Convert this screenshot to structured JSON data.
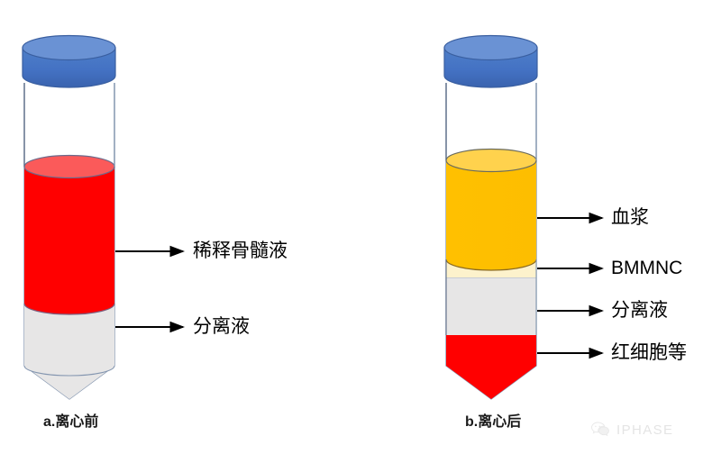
{
  "diagram": {
    "title_alt": "Bone marrow mononuclear cell separation by density gradient centrifugation",
    "panels": [
      {
        "id": "before",
        "caption": "a.离心前",
        "tube": {
          "cap_color": "#4472C4",
          "cap_top_color": "#6A92D4",
          "glass_stroke": "#8496B0",
          "layers": [
            {
              "name": "diluted-bone-marrow",
              "label": "稀释骨髓液",
              "color": "#FF0000",
              "top_surface_color": "#FB5A5A"
            },
            {
              "name": "separation-medium",
              "label": "分离液",
              "color": "#E7E6E6",
              "top_surface_color": "#E7E6E6"
            }
          ]
        }
      },
      {
        "id": "after",
        "caption": "b.离心后",
        "tube": {
          "cap_color": "#4472C4",
          "cap_top_color": "#6A92D4",
          "glass_stroke": "#8496B0",
          "layers": [
            {
              "name": "plasma",
              "label": "血浆",
              "color": "#FFC000",
              "top_surface_color": "#FFD24D"
            },
            {
              "name": "bmmnc",
              "label": "BMMNC",
              "color": "#FDF2CC",
              "top_surface_color": "#FDF2CC"
            },
            {
              "name": "separation-medium",
              "label": "分离液",
              "color": "#E7E6E6",
              "top_surface_color": "#E7E6E6"
            },
            {
              "name": "red-blood-cells",
              "label": "红细胞等",
              "color": "#FF0000",
              "top_surface_color": "#FF0000"
            }
          ]
        }
      }
    ]
  },
  "labels": {
    "left": {
      "diluted_marrow": "稀释骨髓液",
      "separation_fluid": "分离液"
    },
    "right": {
      "plasma": "血浆",
      "bmmnc": "BMMNC",
      "separation_fluid": "分离液",
      "red_cells": "红细胞等"
    }
  },
  "captions": {
    "left": "a.离心前",
    "right": "b.离心后"
  },
  "watermark": {
    "text": "IPHASE",
    "icon": "wechat-icon",
    "color": "#b9b9b9"
  }
}
